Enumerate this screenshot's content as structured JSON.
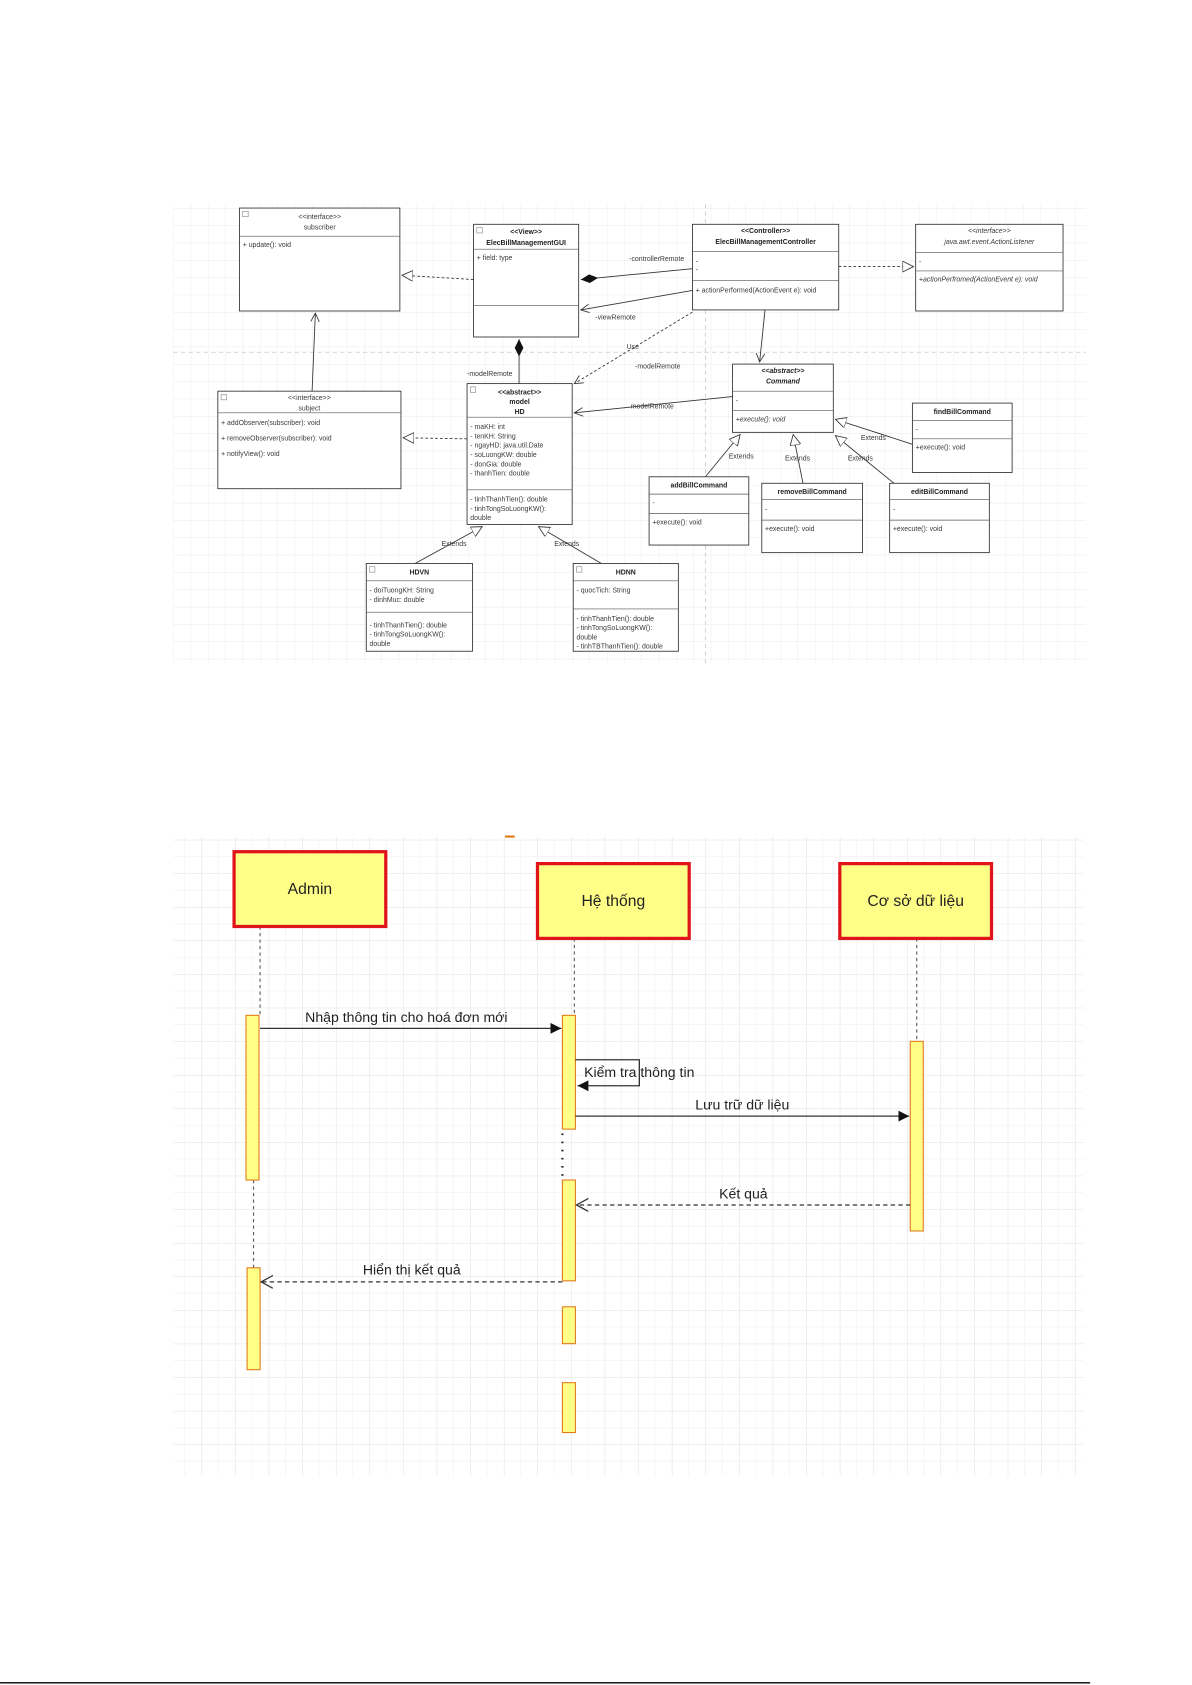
{
  "class_diagram": {
    "classes": [
      {
        "stereotype": "<<interface>>",
        "name": "subscriber",
        "attributes": [],
        "methods": [
          "+ update(): void"
        ]
      },
      {
        "stereotype": "<<View>>",
        "name": "ElecBillManagementGUI",
        "attributes": [
          "+ field: type"
        ],
        "methods": []
      },
      {
        "stereotype": "<<Controller>>",
        "name": "ElecBillManagementController",
        "attributes": [
          "-",
          "-"
        ],
        "methods": [
          "+ actionPerformed(ActionEvent e): void"
        ]
      },
      {
        "stereotype": "<<interface>>",
        "name": "java.awt.event.ActionListener",
        "attributes": [
          "-"
        ],
        "methods": [
          "+actionPerfromed(ActionEvent e): void"
        ]
      },
      {
        "stereotype": "<<interface>>",
        "name": "subject",
        "attributes": [],
        "methods": [
          "+ addObserver(subscriber): void",
          "+ removeObserver(subscriber): void",
          "+ notifyView(): void"
        ]
      },
      {
        "stereotype": "<<abstract>>",
        "name": "model",
        "name2": "HD",
        "attributes": [
          "- maKH: int",
          "- tenKH: String",
          "- ngayHD: java.util.Date",
          "- soLuongKW: double",
          "- donGia: double",
          "- thanhTien: double"
        ],
        "methods": [
          "- tinhThanhTien(): double",
          "- tinhTongSoLuongKW():",
          "double"
        ]
      },
      {
        "stereotype": "<<abstract>>",
        "name": "Command",
        "attributes": [
          "-"
        ],
        "methods": [
          "+execute(): void"
        ]
      },
      {
        "stereotype": "",
        "name": "findBillCommand",
        "attributes": [
          "-"
        ],
        "methods": [
          "+execute(): void"
        ]
      },
      {
        "stereotype": "",
        "name": "addBillCommand",
        "attributes": [
          "-"
        ],
        "methods": [
          "+execute(): void"
        ]
      },
      {
        "stereotype": "",
        "name": "removeBillCommand",
        "attributes": [
          "-"
        ],
        "methods": [
          "+execute(): void"
        ]
      },
      {
        "stereotype": "",
        "name": "editBillCommand",
        "attributes": [
          "-"
        ],
        "methods": [
          "+execute(): void"
        ]
      },
      {
        "stereotype": "",
        "name": "HDVN",
        "attributes": [
          "- doiTuongKH: String",
          "- dinhMuc: double"
        ],
        "methods": [
          "- tinhThanhTien(): double",
          "- tinhTongSoLuongKW():",
          "double"
        ]
      },
      {
        "stereotype": "",
        "name": "HDNN",
        "attributes": [
          "- quocTich: String"
        ],
        "methods": [
          "- tinhThanhTien(): double",
          "- tinhTongSoLuongKW():",
          "double",
          "- tinhTBThanhTien(): double"
        ]
      }
    ],
    "relation_labels": {
      "controller_remote": "-controllerRemote",
      "view_remote": "-viewRemote",
      "model_remote_gui": "-modelRemote",
      "use": "Use",
      "model_remote_controller": "-modelRemote",
      "model_remote_command": "modelRemote",
      "extends": "Extends"
    }
  },
  "sequence_diagram": {
    "participants": [
      "Admin",
      "Hệ thống",
      "Cơ sở dữ liệu"
    ],
    "messages": [
      "Nhập thông tin cho hoá đơn mới",
      "Kiểm tra thông tin",
      "Lưu trữ dữ liệu",
      "Kết quả",
      "Hiển thị kết quả"
    ],
    "colors": {
      "box_fill": "#ffff88",
      "box_border": "#e0141b",
      "activation_border": "#e07b1a"
    }
  }
}
